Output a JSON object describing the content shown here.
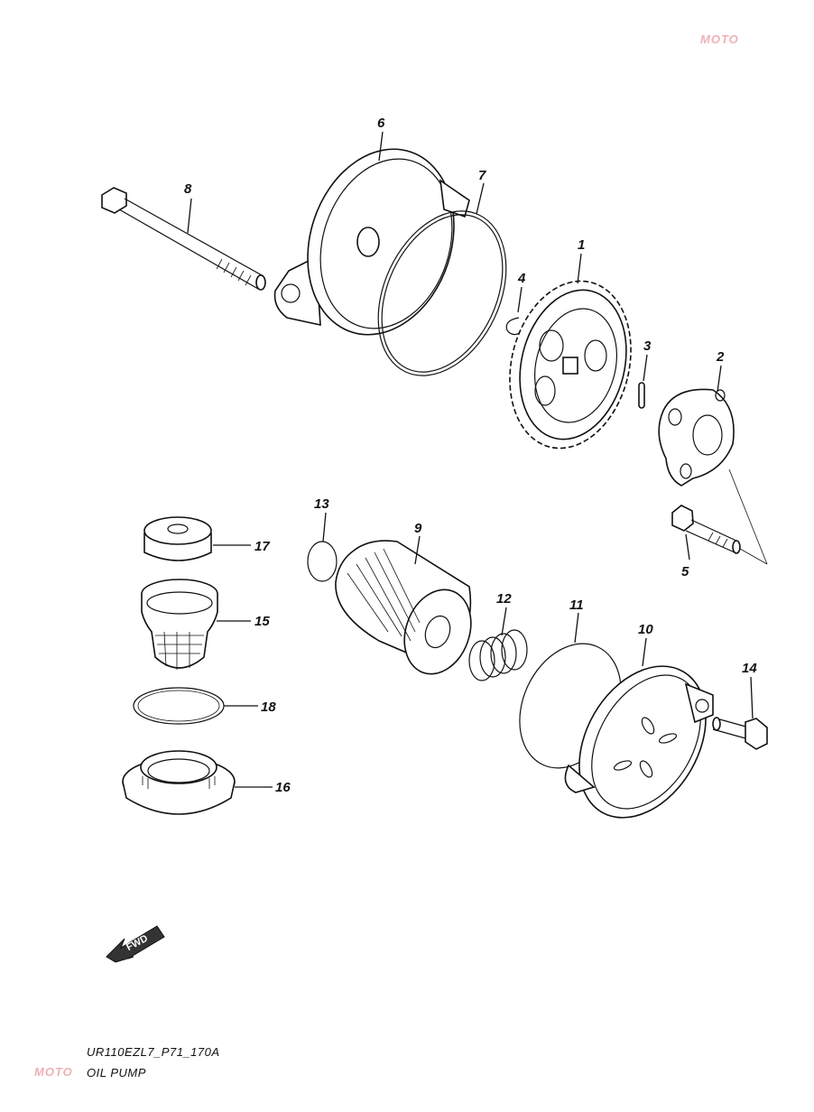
{
  "diagram": {
    "code": "UR110EZL7_P71_170A",
    "title": "OIL PUMP",
    "fwd_label": "FWD",
    "watermark": "MOTO",
    "callouts": [
      {
        "id": "1",
        "text": "1"
      },
      {
        "id": "2",
        "text": "2"
      },
      {
        "id": "3",
        "text": "3"
      },
      {
        "id": "4",
        "text": "4"
      },
      {
        "id": "5",
        "text": "5"
      },
      {
        "id": "6",
        "text": "6"
      },
      {
        "id": "7",
        "text": "7"
      },
      {
        "id": "8",
        "text": "8"
      },
      {
        "id": "9",
        "text": "9"
      },
      {
        "id": "10",
        "text": "10"
      },
      {
        "id": "11",
        "text": "11"
      },
      {
        "id": "12",
        "text": "12"
      },
      {
        "id": "13",
        "text": "13"
      },
      {
        "id": "14",
        "text": "14"
      },
      {
        "id": "15",
        "text": "15"
      },
      {
        "id": "16",
        "text": "16"
      },
      {
        "id": "17",
        "text": "17"
      },
      {
        "id": "18",
        "text": "18"
      }
    ]
  }
}
